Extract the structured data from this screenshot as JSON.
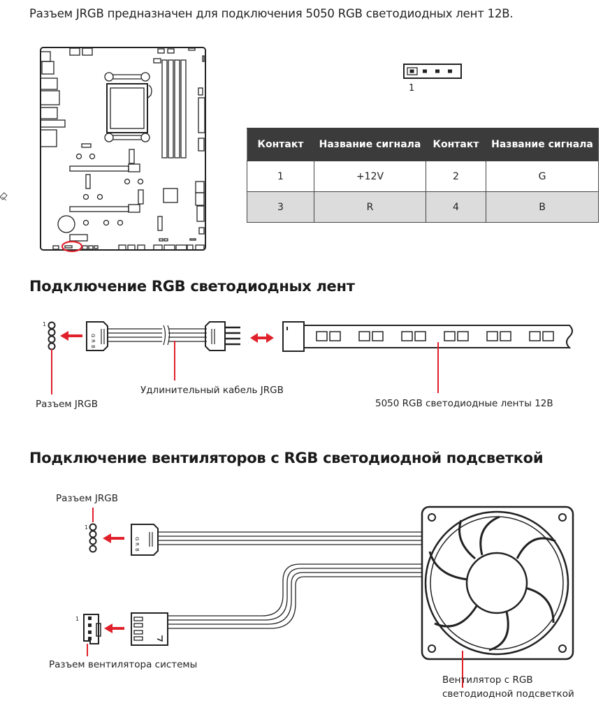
{
  "intro_text": "Разъем JRGB предназначен для подключения 5050 RGB светодиодных лент 12В.",
  "pin_header": {
    "pin1_label": "1"
  },
  "pin_table": {
    "headers": [
      "Контакт",
      "Название сигнала",
      "Контакт",
      "Название сигнала"
    ],
    "rows": [
      [
        "1",
        "+12V",
        "2",
        "G"
      ],
      [
        "3",
        "R",
        "4",
        "B"
      ]
    ]
  },
  "section_strip": {
    "title": "Подключение RGB светодиодных лент",
    "pin1_label": "1",
    "connector_letters": [
      "G",
      "R",
      "B"
    ],
    "label_jrgb": "Разъем JRGB",
    "label_cable": "Удлинительный кабель JRGB",
    "label_strip": "5050 RGB светодиодные ленты 12В"
  },
  "section_fan": {
    "title": "Подключение вентиляторов с RGB светодиодной подсветкой",
    "label_jrgb": "Разъем JRGB",
    "pin1_label": "1",
    "fan_pin1_label": "1",
    "connector_letters": [
      "G",
      "R",
      "B"
    ],
    "label_sys_fan": "Разъем вентилятора системы",
    "label_fan_line1": "Вентилятор с RGB",
    "label_fan_line2": "светодиодной подсветкой"
  },
  "colors": {
    "accent": "#e0202a",
    "table_header": "#3b3b3b",
    "table_alt_row": "#dcdcdc"
  }
}
